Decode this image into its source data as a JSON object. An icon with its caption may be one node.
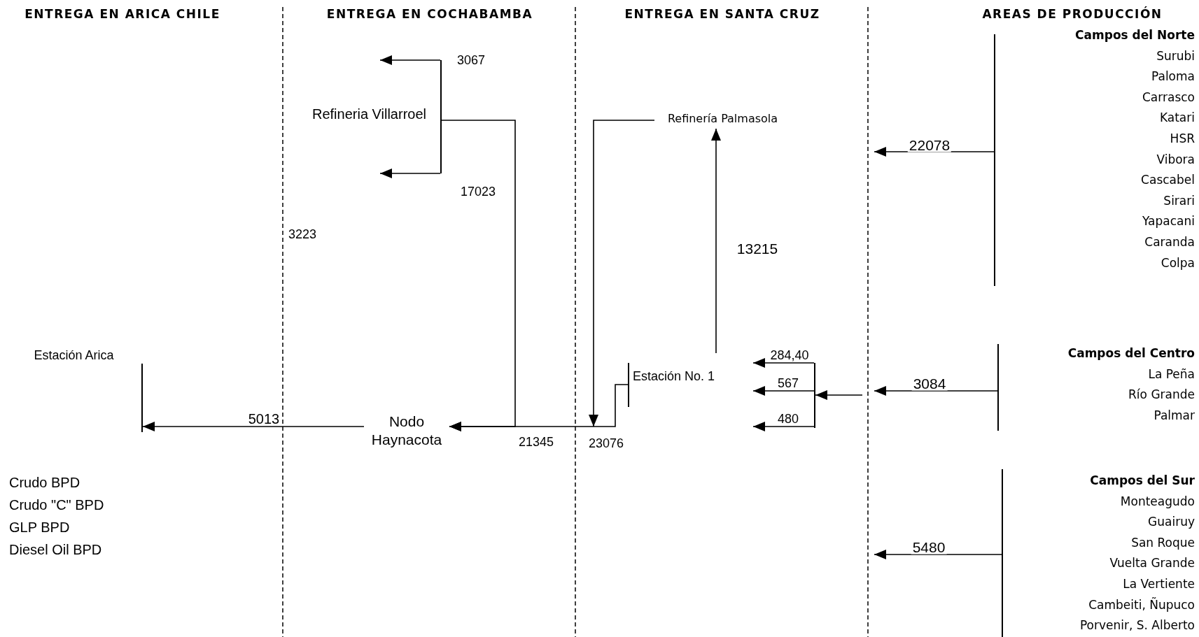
{
  "diagram": {
    "nodes": [
      {
        "text": [
          "Estación Arica"
        ]
      },
      {
        "text": [],
        "shape": "bar"
      },
      {
        "text": [
          "Nodo Haynacota"
        ]
      },
      {
        "text": [
          "Refineria Villarroel"
        ]
      },
      {
        "text": [],
        "shape": "bar"
      },
      {
        "text": [
          "Refinería Palmasola"
        ]
      },
      {
        "text": [
          "Estación No. 1"
        ]
      },
      {
        "text": [],
        "shape": "bar"
      },
      {
        "text": [],
        "shape": "bar"
      },
      {
        "text": [],
        "shape": "bar"
      },
      {
        "text": [
          "Campos del Norte",
          "Surubi",
          "Paloma",
          "Carrasco",
          "Katari",
          "HSR",
          "Vibora",
          "Cascabel",
          "Sirari",
          "Yapacani",
          "Caranda",
          "Colpa"
        ]
      },
      {
        "text": [],
        "shape": "bar"
      },
      {
        "text": [
          "Campos del Centro",
          "La Peña",
          "Río Grande",
          "Palmar"
        ]
      },
      {
        "text": [],
        "shape": "bar"
      },
      {
        "text": [
          "Campos del Sur",
          "Monteagudo",
          "Guairuy",
          "San Roque",
          "Vuelta Grande",
          "La Vertiente",
          "Cambeiti, Ñupuco",
          "Porvenir, S. Alberto"
        ]
      }
    ],
    "edges": [
      {
        "from": 2,
        "to": 1,
        "arrow": "to",
        "label": "5013"
      },
      {
        "from": 7,
        "to": 2,
        "arrow": "to",
        "label": "23076"
      },
      {
        "from": 4,
        "to": 2,
        "arrow": "to"
      },
      {
        "from": 4,
        "to": null,
        "arrow": "to"
      },
      {
        "from": 4,
        "to": null,
        "arrow": "to"
      },
      {
        "from": 5,
        "to": null,
        "arrow": "to"
      },
      {
        "from": 6,
        "to": 5,
        "arrow": "to",
        "label": "13215"
      },
      {
        "from": 8,
        "to": 6,
        "arrow": "to",
        "label": "284,40"
      },
      {
        "from": 8,
        "to": 6,
        "arrow": "to",
        "label": "567"
      },
      {
        "from": 8,
        "to": 6,
        "arrow": "to",
        "label": "480"
      },
      {
        "from": null,
        "to": 8,
        "arrow": "to"
      },
      {
        "from": 9,
        "to": null,
        "arrow": "to",
        "label": "22078"
      },
      {
        "from": 11,
        "to": null,
        "arrow": "to",
        "label": "3084"
      },
      {
        "from": 13,
        "to": null,
        "arrow": "to",
        "label": "5480"
      }
    ],
    "labels": [
      "ENTREGA EN ARICA CHILE",
      "ENTREGA EN COCHABAMBA",
      "ENTREGA EN SANTA CRUZ",
      "AREAS DE PRODUCCIÓN",
      "3067",
      "17023",
      "3223",
      "21345",
      "Crudo BPD",
      "Crudo \"C\" BPD",
      "GLP BPD",
      "Diesel Oil BPD"
    ]
  }
}
